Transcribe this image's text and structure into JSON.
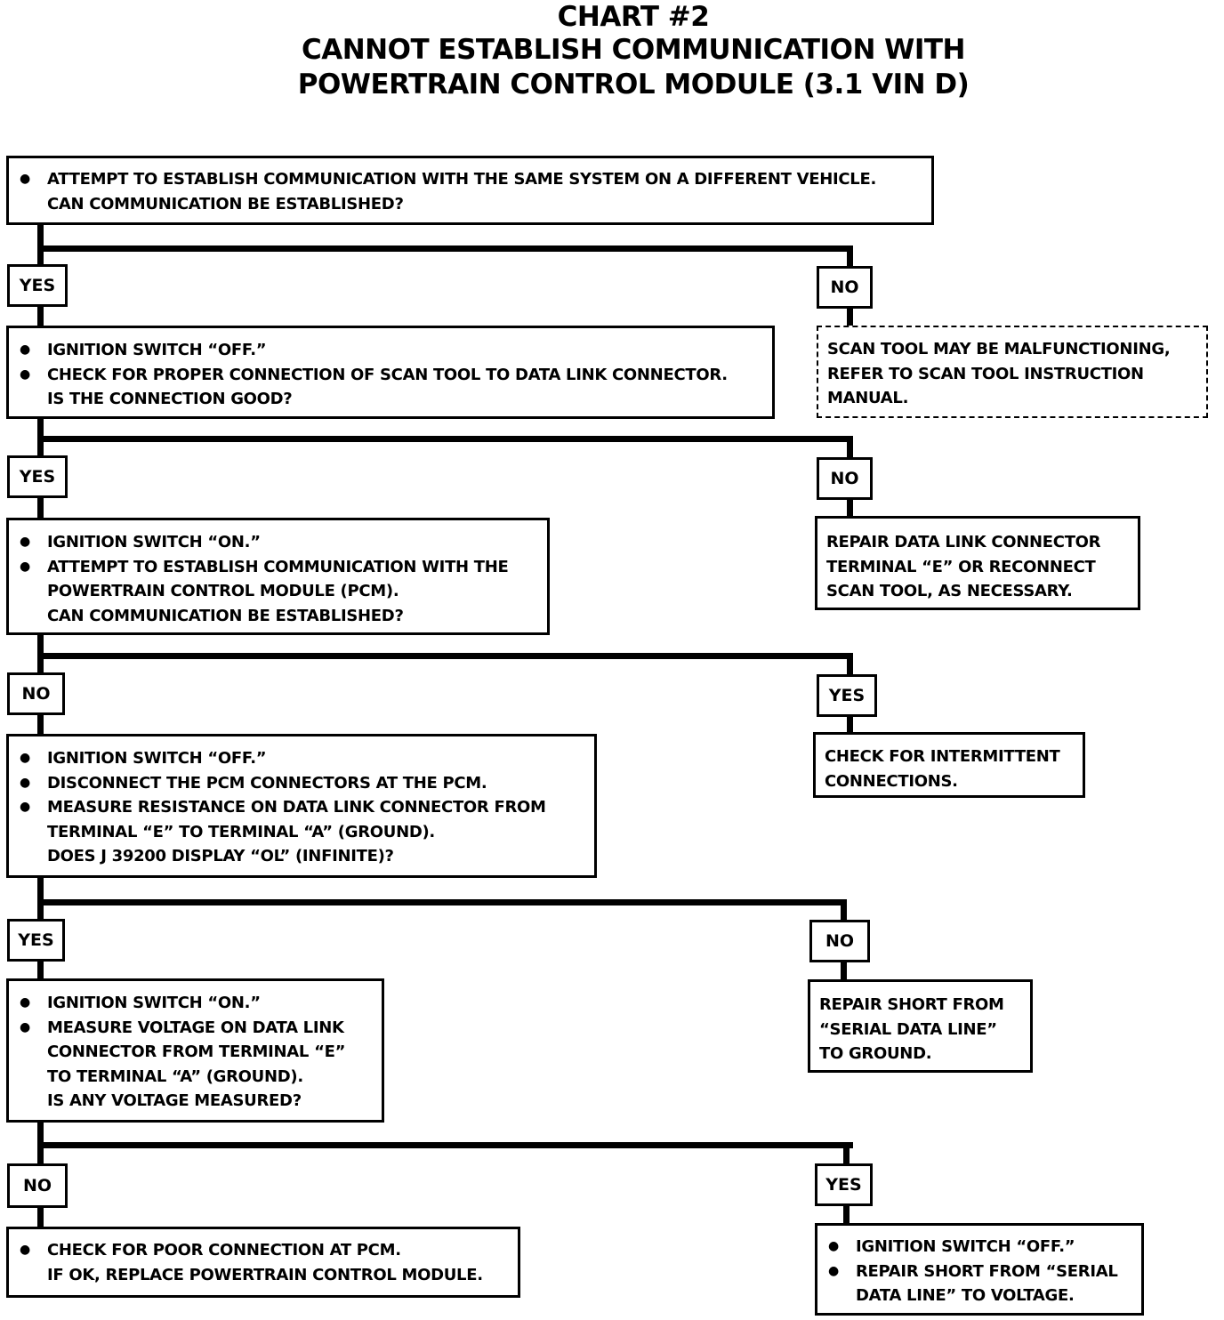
{
  "title": {
    "line1": "CHART #2",
    "line2": "CANNOT ESTABLISH COMMUNICATION WITH",
    "line3": "POWERTRAIN CONTROL MODULE (3.1 VIN D)"
  },
  "step1": {
    "items": [
      "ATTEMPT TO ESTABLISH COMMUNICATION WITH THE SAME SYSTEM ON A DIFFERENT VEHICLE.\nCAN COMMUNICATION BE ESTABLISHED?"
    ],
    "left_label": "YES",
    "right_label": "NO"
  },
  "step2": {
    "items": [
      "IGNITION SWITCH “OFF.”",
      "CHECK FOR PROPER CONNECTION OF SCAN TOOL TO DATA LINK CONNECTOR.\nIS THE CONNECTION GOOD?"
    ],
    "side_text": "SCAN TOOL MAY BE MALFUNCTIONING,\nREFER TO SCAN TOOL INSTRUCTION\nMANUAL.",
    "left_label": "YES",
    "right_label": "NO"
  },
  "step3": {
    "items": [
      "IGNITION SWITCH “ON.”",
      "ATTEMPT TO ESTABLISH COMMUNICATION WITH THE\nPOWERTRAIN CONTROL MODULE (PCM).\nCAN COMMUNICATION BE ESTABLISHED?"
    ],
    "side_text": "REPAIR DATA LINK CONNECTOR\nTERMINAL “E” OR RECONNECT\nSCAN TOOL, AS NECESSARY.",
    "left_label": "NO",
    "right_label": "YES"
  },
  "step4": {
    "items": [
      "IGNITION SWITCH “OFF.”",
      "DISCONNECT THE PCM CONNECTORS AT THE PCM.",
      "MEASURE RESISTANCE ON DATA LINK CONNECTOR FROM\nTERMINAL “E” TO TERMINAL “A” (GROUND).\nDOES J 39200 DISPLAY “OL” (INFINITE)?"
    ],
    "side_text": "CHECK FOR INTERMITTENT\nCONNECTIONS.",
    "left_label": "YES",
    "right_label": "NO"
  },
  "step5": {
    "items": [
      "IGNITION SWITCH “ON.”",
      "MEASURE VOLTAGE ON DATA LINK\nCONNECTOR FROM TERMINAL “E”\nTO TERMINAL “A” (GROUND).\nIS ANY VOLTAGE MEASURED?"
    ],
    "side_text": "REPAIR SHORT FROM\n“SERIAL DATA LINE”\nTO GROUND.",
    "left_label": "NO",
    "right_label": "YES"
  },
  "end_left": {
    "items": [
      "CHECK FOR POOR CONNECTION AT PCM.\nIF OK, REPLACE POWERTRAIN CONTROL MODULE."
    ]
  },
  "end_right": {
    "items": [
      "IGNITION SWITCH “OFF.”",
      "REPAIR SHORT FROM “SERIAL\nDATA LINE” TO VOLTAGE."
    ]
  }
}
